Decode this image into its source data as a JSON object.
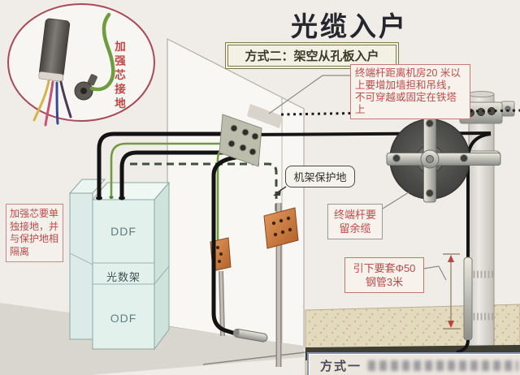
{
  "title": "光缆入户",
  "subtitle": "方式二：架空从孔板入户",
  "inset": {
    "label": "加强芯接地"
  },
  "notes": {
    "terminal_pole": "终端杆距离机房20 米以上要增加墙担和吊线，不可穿越或固定在铁塔上",
    "rack_ground": "机架保护地",
    "spare_cable": "终端杆要留余缆",
    "steel_pipe": "引下要套Φ50钢管3米",
    "core_ground": "加强芯要单独接地，并与保护地相隔离"
  },
  "cabinet": {
    "sections": [
      "DDF",
      "光数架",
      "ODF"
    ]
  },
  "footer": {
    "label": "方式一"
  },
  "colors": {
    "accent_red": "#c04848",
    "olive_border": "#7c7c4a",
    "copper": "#cc7a42",
    "cable_black": "#141414",
    "ground_green": "#6f9c3f",
    "circle_stroke": "#a84a58",
    "soil": "#e3d9bd"
  }
}
